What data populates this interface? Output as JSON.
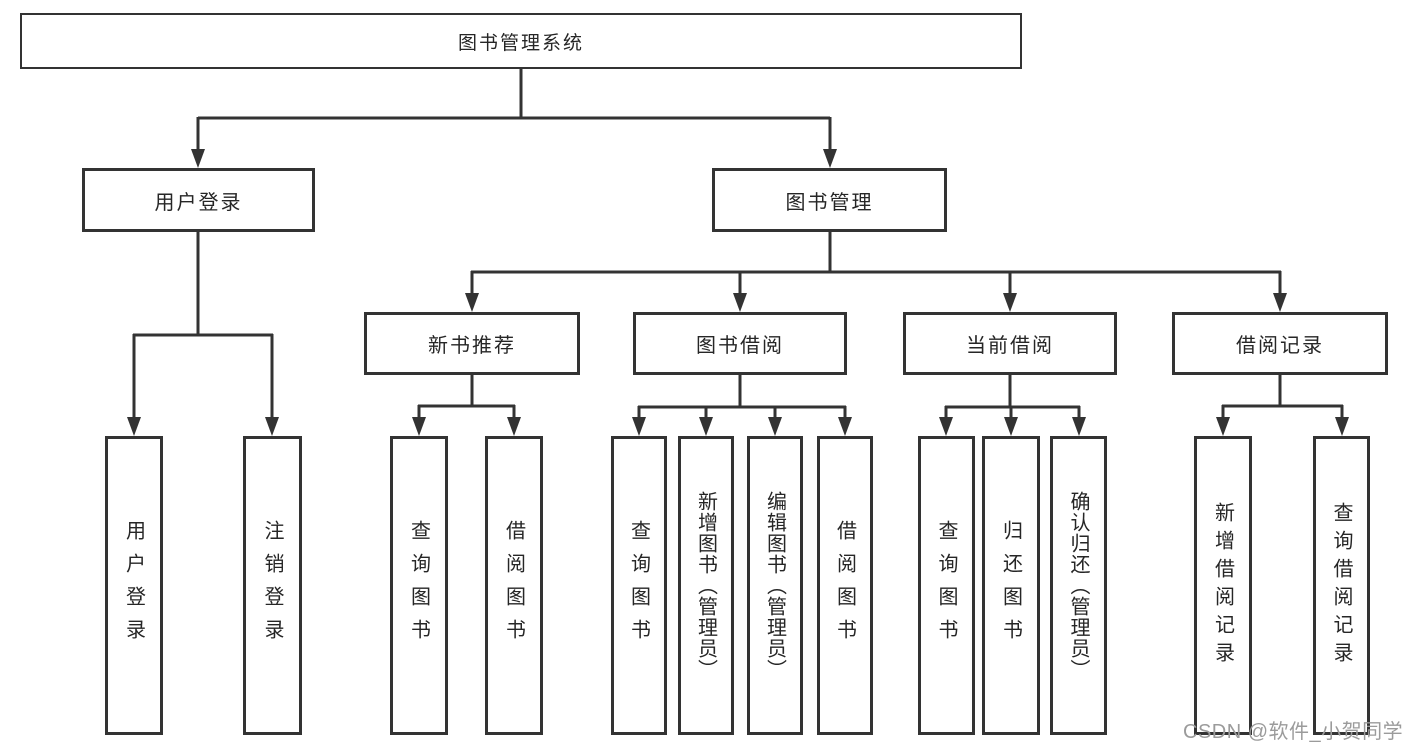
{
  "diagram": {
    "tree": {
      "label": "图书管理系统",
      "children": [
        {
          "label": "用户登录",
          "children": [
            {
              "label": "用户登录"
            },
            {
              "label": "注销登录"
            }
          ]
        },
        {
          "label": "图书管理",
          "children": [
            {
              "label": "新书推荐",
              "children": [
                {
                  "label": "查询图书"
                },
                {
                  "label": "借阅图书"
                }
              ]
            },
            {
              "label": "图书借阅",
              "children": [
                {
                  "label": "查询图书"
                },
                {
                  "label": "新增图书（管理员）"
                },
                {
                  "label": "编辑图书（管理员）"
                },
                {
                  "label": "借阅图书"
                }
              ]
            },
            {
              "label": "当前借阅",
              "children": [
                {
                  "label": "查询图书"
                },
                {
                  "label": "归还图书"
                },
                {
                  "label": "确认归还（管理员）"
                }
              ]
            },
            {
              "label": "借阅记录",
              "children": [
                {
                  "label": "新增借阅记录"
                },
                {
                  "label": "查询借阅记录"
                }
              ]
            }
          ]
        }
      ]
    },
    "colors": {
      "line": "#333333",
      "box_border": "#333333",
      "text": "#262626",
      "background": "#ffffff",
      "watermark": "#9b9b9b"
    }
  },
  "watermark": {
    "text": "CSDN @软件_小贺同学"
  }
}
